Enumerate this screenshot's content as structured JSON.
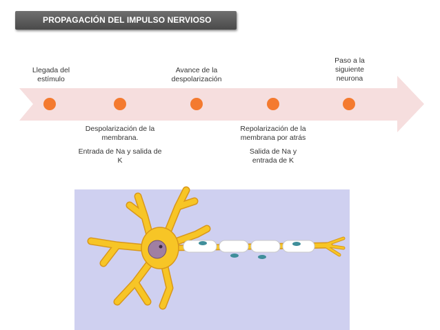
{
  "title": "PROPAGACIÓN DEL IMPULSO NERVIOSO",
  "colors": {
    "arrow": "#f6dede",
    "dot": "#f47a2f",
    "neuron": "#f7c526",
    "neuron_edge": "#d9971a",
    "background_panel": "#cfd0f0",
    "nucleus": "#a07fa2",
    "myelin": "#ffffff",
    "node": "#3f8e9a"
  },
  "steps": [
    {
      "label_top": "Llegada del estímulo",
      "label_bottom": []
    },
    {
      "label_top": "",
      "label_bottom": [
        "Despolarización de la membrana.",
        "Entrada de Na y salida de K"
      ]
    },
    {
      "label_top": "Avance de la despolarización",
      "label_bottom": []
    },
    {
      "label_top": "",
      "label_bottom": [
        "Repolarización de la membrana por atrás",
        "Salida de Na y entrada de K"
      ]
    },
    {
      "label_top": "Paso a la siguiente neurona",
      "label_bottom": []
    }
  ]
}
